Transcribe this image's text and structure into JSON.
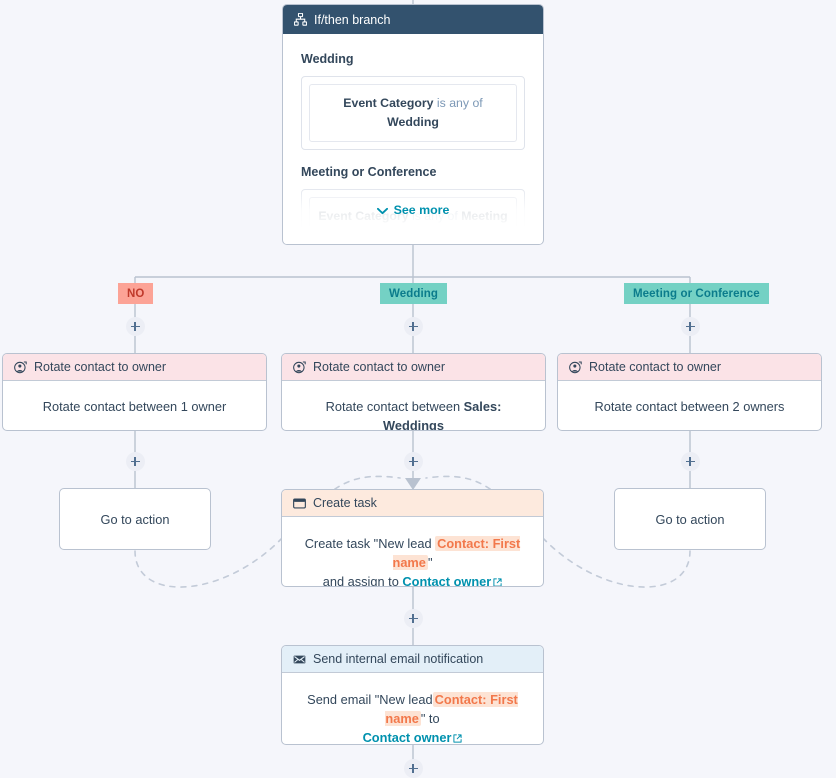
{
  "branch_card": {
    "icon": "org-chart-icon",
    "title": "If/then branch",
    "groups": [
      {
        "label": "Wedding",
        "condition_prefix": "Event Category",
        "condition_mid": " is any of ",
        "condition_value": "Wedding"
      },
      {
        "label": "Meeting or Conference",
        "condition_prefix": "Event Category",
        "condition_mid": " is any of ",
        "condition_value": "Meeting or Conference"
      }
    ],
    "see_more_label": "See more",
    "see_more_icon": "chevron-down-icon"
  },
  "branch_badges": [
    {
      "label": "NO",
      "color": "#fca396",
      "text_color": "#c0392b"
    },
    {
      "label": "Wedding",
      "color": "#74d1c4",
      "text_color": "#0b7c8c"
    },
    {
      "label": "Meeting or Conference",
      "color": "#74d1c4",
      "text_color": "#0b7c8c"
    }
  ],
  "rotate_cards": [
    {
      "icon": "rotate-contact-icon",
      "title": "Rotate contact to owner",
      "body_prefix": "Rotate contact between ",
      "body_value": "1 owner"
    },
    {
      "icon": "rotate-contact-icon",
      "title": "Rotate contact to owner",
      "body_prefix": "Rotate contact between ",
      "body_value": "Sales: Weddings"
    },
    {
      "icon": "rotate-contact-icon",
      "title": "Rotate contact to owner",
      "body_prefix": "Rotate contact between ",
      "body_value": "2 owners"
    }
  ],
  "goto_cards": [
    {
      "label": "Go to action"
    },
    {
      "label": "Go to action"
    }
  ],
  "create_task_card": {
    "icon": "task-window-icon",
    "title": "Create task",
    "text_1": "Create task \"New lead ",
    "token": "Contact: First name",
    "text_2": "\"",
    "text_3": "and assign to ",
    "link": "Contact owner",
    "link_icon": "external-link-icon"
  },
  "email_card": {
    "icon": "envelope-icon",
    "title": "Send internal email notification",
    "text_1": "Send email \"New lead",
    "token": "Contact: First name",
    "text_2": "\" to",
    "link": "Contact owner",
    "link_icon": "external-link-icon"
  },
  "add_buttons": [
    {
      "name": "add-step-no-branch"
    },
    {
      "name": "add-step-wedding-branch"
    },
    {
      "name": "add-step-meeting-branch"
    },
    {
      "name": "add-step-after-rotate-left"
    },
    {
      "name": "add-step-after-rotate-center"
    },
    {
      "name": "add-step-after-rotate-right"
    },
    {
      "name": "add-step-after-create-task"
    },
    {
      "name": "add-step-after-email"
    }
  ],
  "colors": {
    "background": "#f5f6fb",
    "branch_header": "#33526e",
    "rotate_header": "#fbe3e7",
    "task_header": "#fdeade",
    "email_header": "#e3eff8",
    "link": "#0091ae",
    "token_text": "#f2784b",
    "token_bg": "#fde3d4",
    "connector": "#b9c2d0",
    "dashed_connector": "#c3cbd8",
    "text": "#33475b"
  }
}
